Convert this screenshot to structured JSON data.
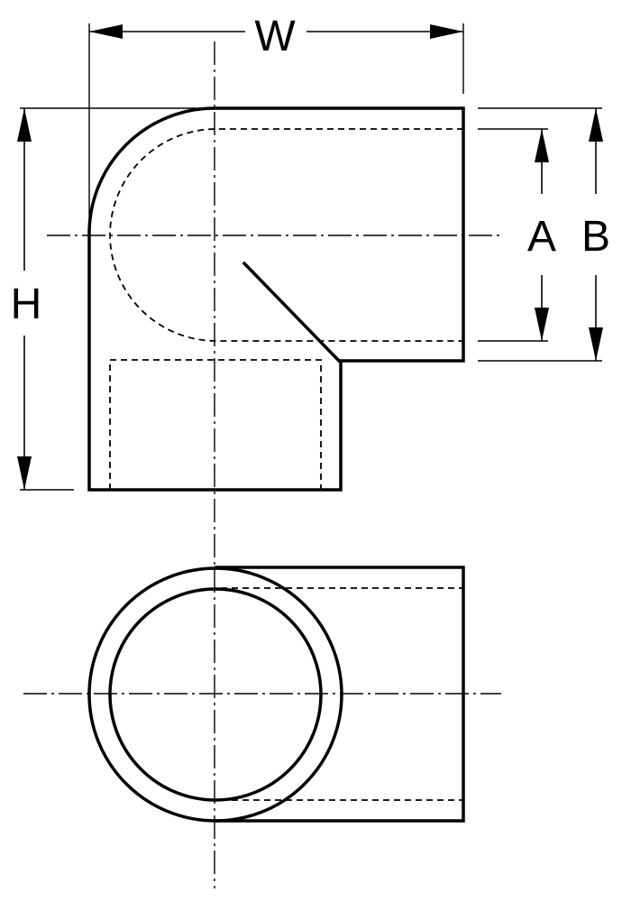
{
  "labels": {
    "width": "W",
    "height": "H",
    "inner_diameter": "A",
    "outer_diameter": "B"
  },
  "colors": {
    "line": "#000000",
    "background": "#ffffff"
  }
}
